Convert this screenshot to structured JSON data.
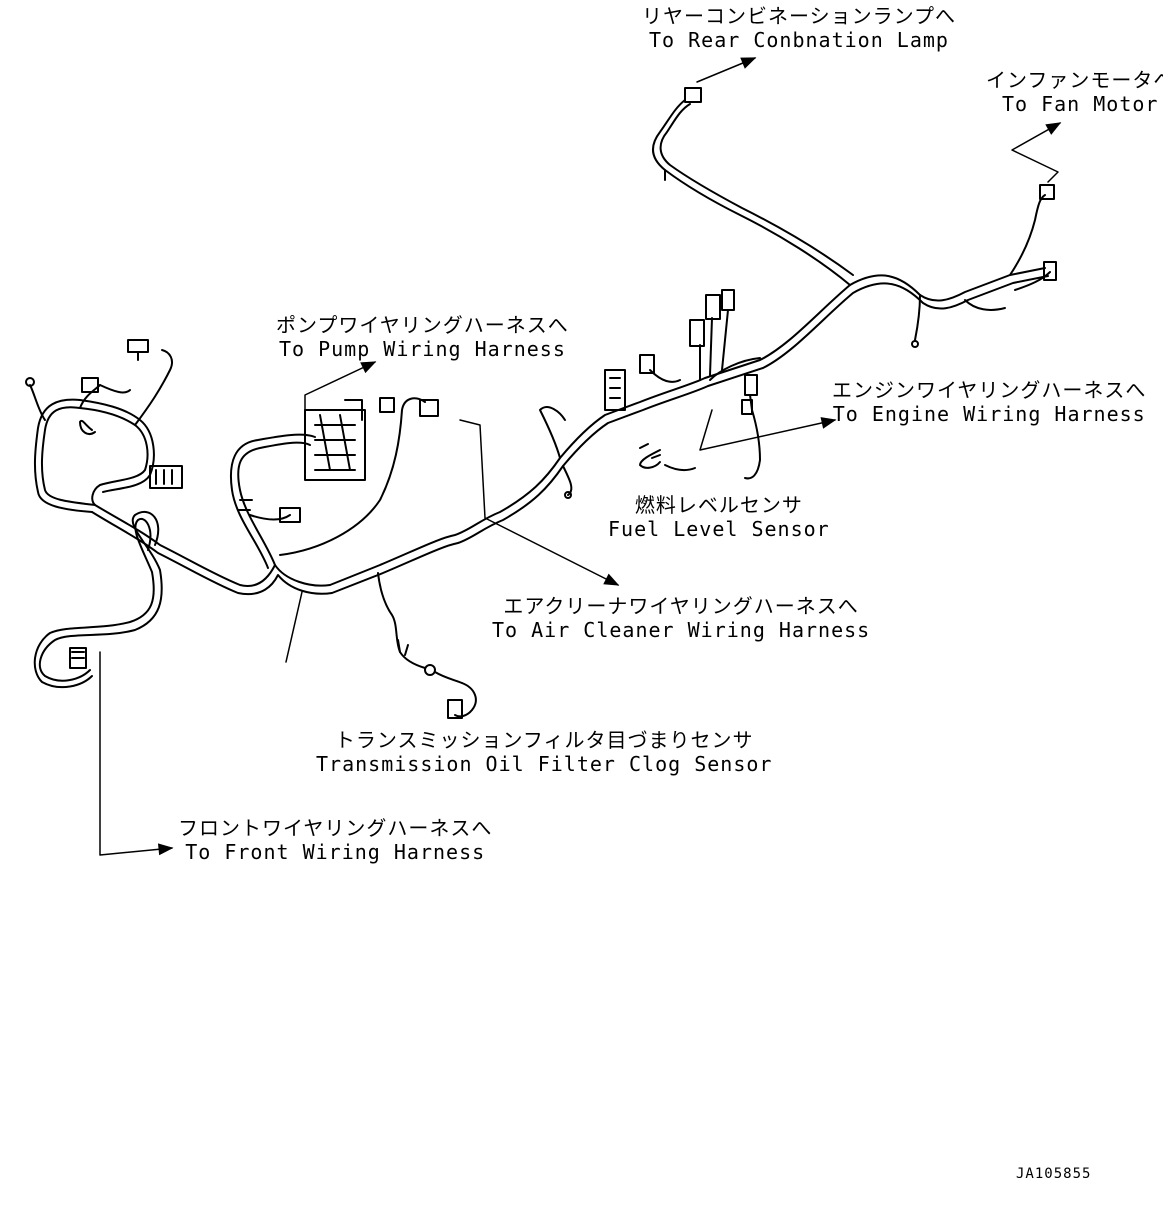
{
  "labels": {
    "rear_combination_lamp": {
      "jp": "リヤーコンビネーションランプへ",
      "en": "To Rear Conbnation Lamp"
    },
    "fan_motor": {
      "jp": "インファンモータへ",
      "en": "To Fan Motor"
    },
    "pump_wiring_harness": {
      "jp": "ポンプワイヤリングハーネスへ",
      "en": "To Pump Wiring Harness"
    },
    "engine_wiring_harness": {
      "jp": "エンジンワイヤリングハーネスへ",
      "en": "To Engine Wiring Harness"
    },
    "fuel_level_sensor": {
      "jp": "燃料レベルセンサ",
      "en": "Fuel Level Sensor"
    },
    "air_cleaner_wiring_harness": {
      "jp": "エアクリーナワイヤリングハーネスへ",
      "en": "To Air Cleaner Wiring Harness"
    },
    "transmission_oil_filter_clog_sensor": {
      "jp": "トランスミッションフィルタ目づまりセンサ",
      "en": "Transmission Oil Filter Clog Sensor"
    },
    "front_wiring_harness": {
      "jp": "フロントワイヤリングハーネスへ",
      "en": "To Front Wiring Harness"
    }
  },
  "document_id": "JA105855"
}
